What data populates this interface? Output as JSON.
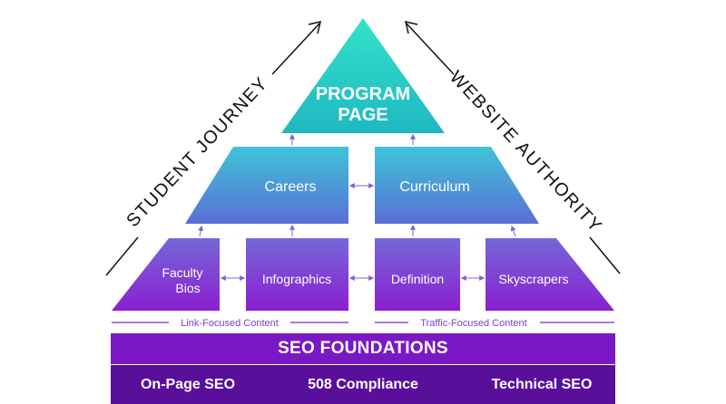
{
  "axes": {
    "left_label": "STUDENT JOURNEY",
    "right_label": "WEBSITE AUTHORITY"
  },
  "pyramid": {
    "top": {
      "line1": "PROGRAM",
      "line2": "PAGE"
    },
    "middle": [
      "Careers",
      "Curriculum"
    ],
    "bottom": {
      "faculty_line1": "Faculty",
      "faculty_line2": "Bios",
      "infographics": "Infographics",
      "definition": "Definition",
      "skyscrapers": "Skyscrapers"
    },
    "groups": {
      "left": "Link-Focused Content",
      "right": "Traffic-Focused Content"
    }
  },
  "foundation": {
    "title": "SEO FOUNDATIONS",
    "items": [
      "On-Page SEO",
      "508 Compliance",
      "Technical SEO"
    ]
  },
  "colors": {
    "top": "#2fdcc8",
    "middle_top": "#39c0d6",
    "middle_bottom": "#5a72d4",
    "bottom_top": "#6e5ad6",
    "bottom_bottom": "#8a1fd0",
    "foundation_title": "#7a18c6",
    "foundation_row": "#5a0f9b",
    "connector": "#8a5cd8"
  }
}
